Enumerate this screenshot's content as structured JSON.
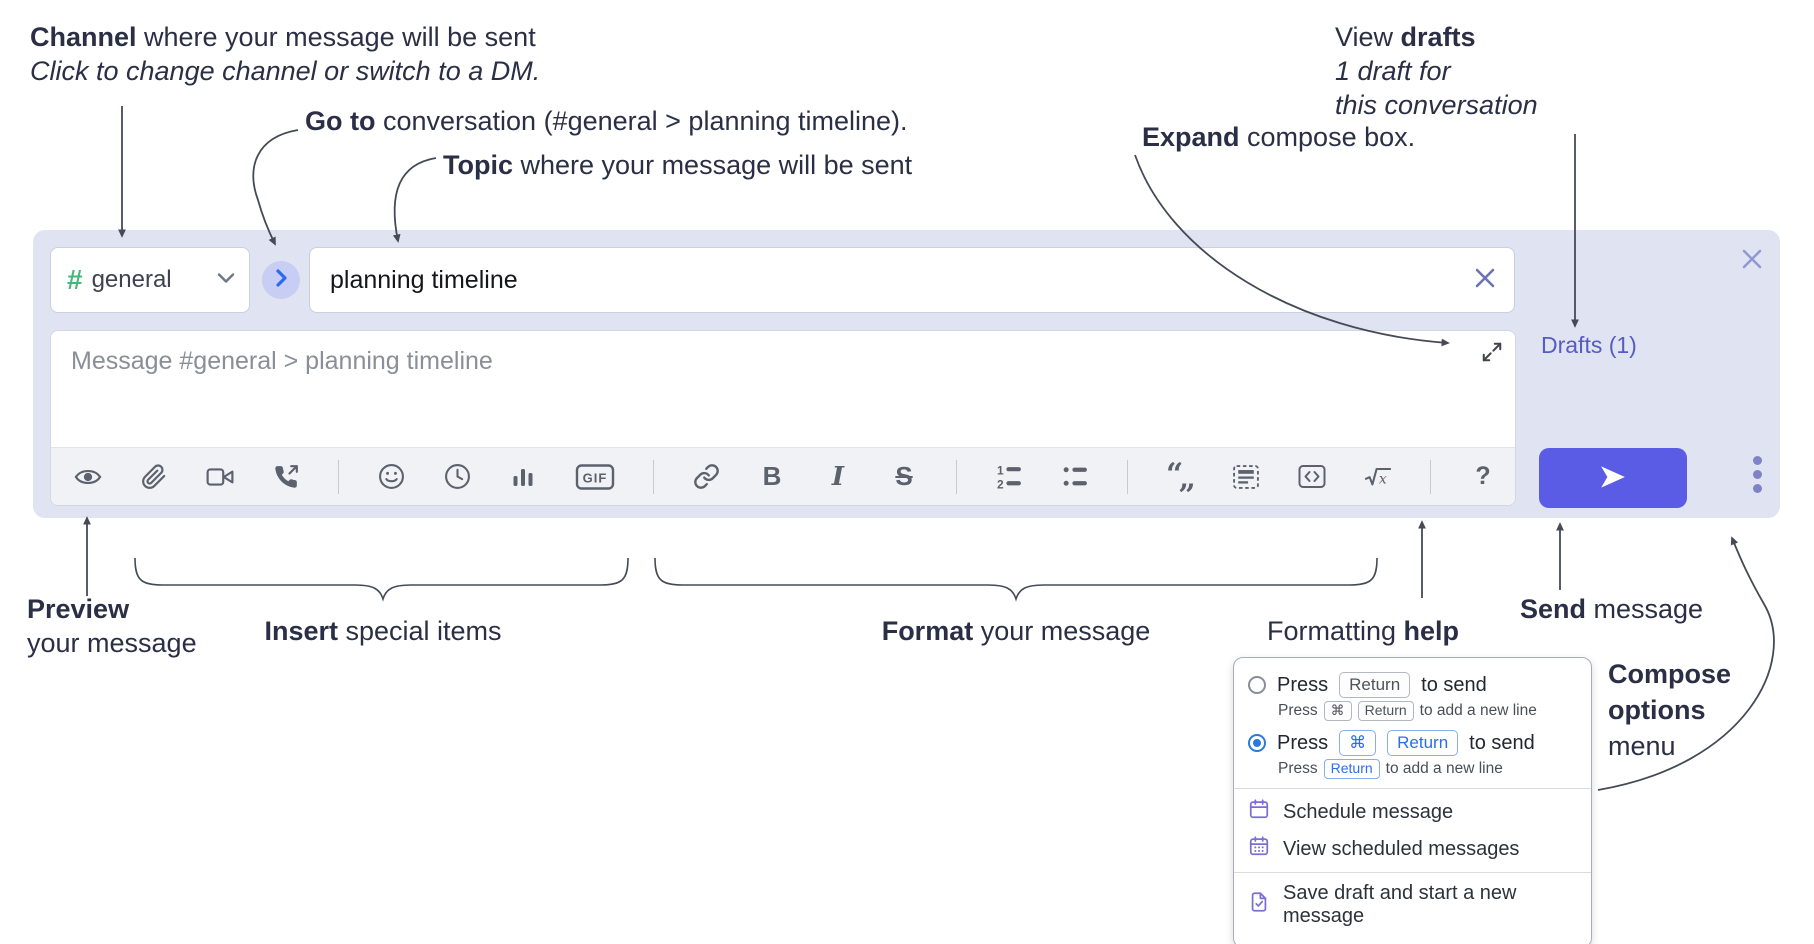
{
  "annotations": {
    "channel": {
      "bold": "Channel",
      "rest": " where your message will be sent",
      "line2": "Click to change channel or switch to a DM."
    },
    "goto": {
      "bold": "Go to",
      "rest": " conversation (#general > planning timeline)."
    },
    "topic": {
      "bold": "Topic",
      "rest": " where your message will be sent"
    },
    "expand": {
      "bold": "Expand",
      "rest": " compose box."
    },
    "view_drafts": {
      "pre": "View ",
      "bold": "drafts",
      "line2": "1 draft for",
      "line3": "this conversation"
    },
    "preview": {
      "bold": "Preview",
      "line2": "your message"
    },
    "insert": {
      "bold": "Insert",
      "rest": " special items"
    },
    "format": {
      "bold": "Format",
      "rest": " your message"
    },
    "help": {
      "pre": "Formatting ",
      "bold": "help"
    },
    "send": {
      "bold": "Send",
      "rest": " message"
    },
    "compose_options": {
      "line1": "Compose",
      "line2": "options",
      "line3": "menu"
    }
  },
  "compose": {
    "channel": {
      "hash": "#",
      "name": "general"
    },
    "topic_value": "planning timeline",
    "message_placeholder": "Message #general > planning timeline",
    "drafts_link": "Drafts (1)",
    "toolbar": {
      "icons": [
        "preview",
        "attach-file",
        "start-video-call",
        "start-voice-call",
        "emoji",
        "add-global-time",
        "poll",
        "gif",
        "link",
        "bold",
        "italic",
        "strikethrough",
        "numbered-list",
        "bulleted-list",
        "quote",
        "spoiler",
        "code",
        "math",
        "help"
      ],
      "gif_label": "GIF",
      "bold_label": "B",
      "italic_label": "I",
      "strike_label": "S",
      "math_label": "√x",
      "help_label": "?",
      "quote_open": "“",
      "quote_close": "„",
      "ol_1": "1",
      "ol_2": "2"
    }
  },
  "menu": {
    "option_return": {
      "press": "Press",
      "key": "Return",
      "suffix": "to send",
      "sub_press": "Press",
      "sub_key1": "⌘",
      "sub_key2": "Return",
      "sub_suffix": "to add a new line",
      "selected": false
    },
    "option_cmd_return": {
      "press": "Press",
      "key1": "⌘",
      "key2": "Return",
      "suffix": "to send",
      "sub_press": "Press",
      "sub_key": "Return",
      "sub_suffix": "to add a new line",
      "selected": true
    },
    "items": [
      {
        "icon": "calendar-icon",
        "label": "Schedule message"
      },
      {
        "icon": "calendar-days-icon",
        "label": "View scheduled messages"
      },
      {
        "icon": "save-draft-icon",
        "label": "Save draft and start a new message"
      }
    ]
  },
  "colors": {
    "compose_bg": "#e0e3f2",
    "panel_white": "#ffffff",
    "toolbar_bg": "#f1f2f6",
    "send_button": "#5a5ce6",
    "hash_green": "#45b87f",
    "goto_chevron_blue": "#2e68f0",
    "goto_circle_bg": "#c7cdf3",
    "drafts_link": "#565cc0",
    "close_x": "#8f97d0",
    "topic_clear_x": "#6b73b5",
    "toolbar_icon": "#5b616d",
    "annotation_text": "#2a2f45",
    "connector": "#454a57",
    "menu_icon_purple": "#7b6fd4",
    "radio_selected_blue": "#2a7ade",
    "key_blue": "#2b6cf0",
    "placeholder_gray": "#8a8e97",
    "ellipsis_purple": "#7d83c4"
  }
}
